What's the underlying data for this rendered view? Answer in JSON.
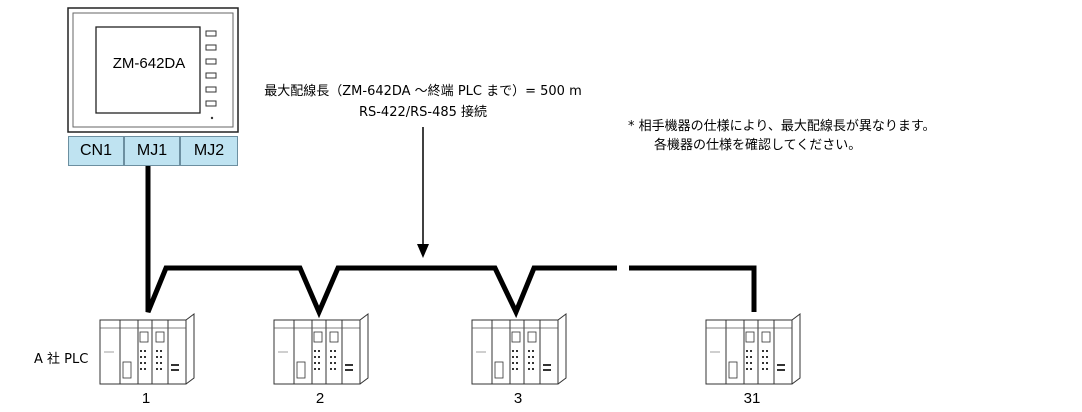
{
  "hmi": {
    "model": "ZM-642DA",
    "ports": [
      "CN1",
      "MJ1",
      "MJ2"
    ]
  },
  "wiring": {
    "max_length_text": "最大配線長（ZM-642DA ～終端 PLC まで）= 500 m",
    "connection_text": "RS-422/RS-485 接続"
  },
  "note": {
    "line1": "*  相手機器の仕様により、最大配線長が異なります。",
    "line2": "各機器の仕様を確認してください。"
  },
  "plc": {
    "vendor_label": "A 社 PLC",
    "units": [
      "1",
      "2",
      "3",
      "31"
    ]
  }
}
